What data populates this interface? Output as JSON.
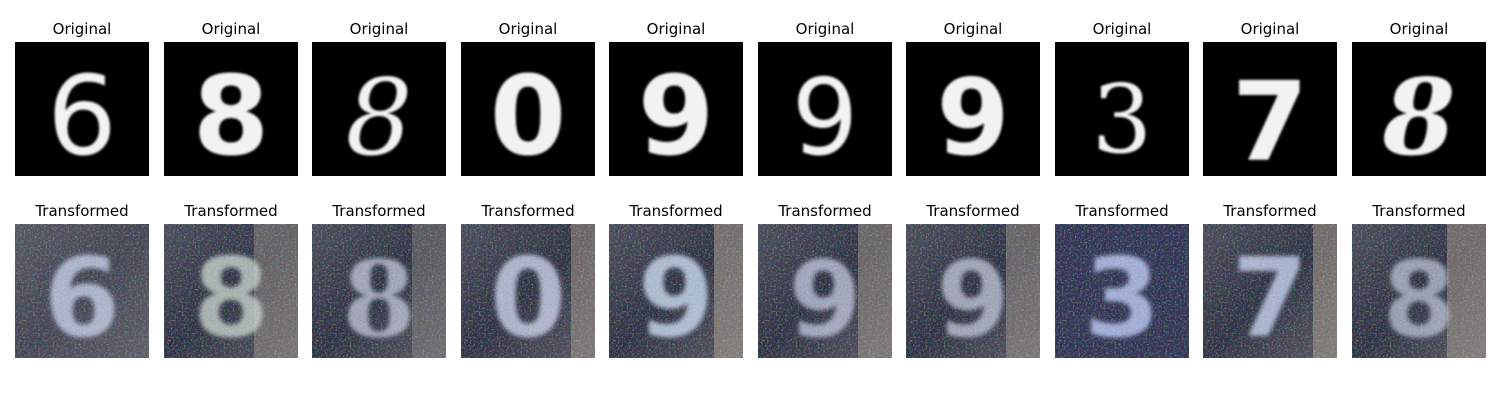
{
  "figure": {
    "original_label": "Original",
    "transformed_label": "Transformed",
    "colors": {
      "original_background": "#000000",
      "original_digit": "#f2f2f2",
      "transformed_background": "#3a3d52",
      "transformed_digit": "#c8d0e8",
      "transformed_noise_tint": "#9aa0b8"
    },
    "panels": [
      {
        "digit": "6",
        "original_title": "Original",
        "transformed_title": "Transformed"
      },
      {
        "digit": "8",
        "original_title": "Original",
        "transformed_title": "Transformed"
      },
      {
        "digit": "8",
        "original_title": "Original",
        "transformed_title": "Transformed"
      },
      {
        "digit": "0",
        "original_title": "Original",
        "transformed_title": "Transformed"
      },
      {
        "digit": "9",
        "original_title": "Original",
        "transformed_title": "Transformed"
      },
      {
        "digit": "9",
        "original_title": "Original",
        "transformed_title": "Transformed"
      },
      {
        "digit": "9",
        "original_title": "Original",
        "transformed_title": "Transformed"
      },
      {
        "digit": "3",
        "original_title": "Original",
        "transformed_title": "Transformed"
      },
      {
        "digit": "7",
        "original_title": "Original",
        "transformed_title": "Transformed"
      },
      {
        "digit": "8",
        "original_title": "Original",
        "transformed_title": "Transformed"
      }
    ]
  }
}
